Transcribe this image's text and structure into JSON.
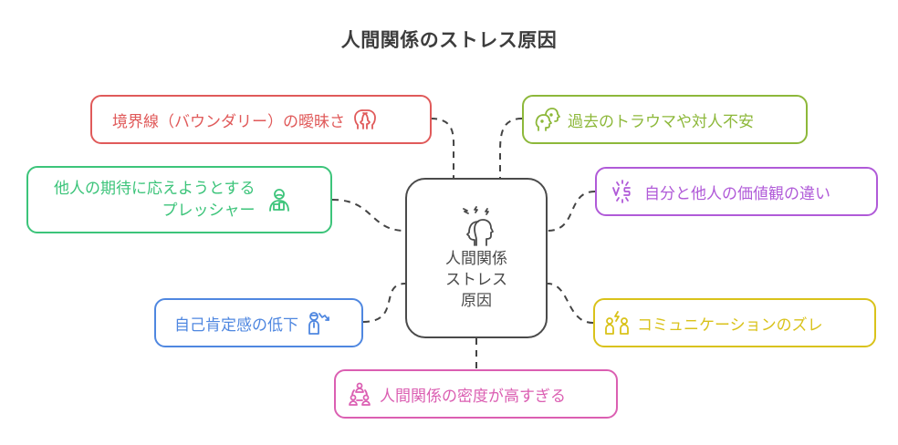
{
  "title": "人間関係のストレス原因",
  "center": {
    "label_lines": [
      "人間関係",
      "ストレス",
      "原因"
    ],
    "icon": "stressed-heads-icon",
    "color": "#4a4a4a"
  },
  "nodes": [
    {
      "id": "boundary",
      "label": "境界線（バウンダリー）の曖昧さ",
      "icon": "two-heads-outline-icon",
      "color": "#e05a5a"
    },
    {
      "id": "trauma",
      "label": "過去のトラウマや対人不安",
      "icon": "two-faces-icon",
      "color": "#8db83a"
    },
    {
      "id": "expectations",
      "label_lines": [
        "他人の期待に応えようとする",
        "プレッシャー"
      ],
      "icon": "person-burden-icon",
      "color": "#3cc47a"
    },
    {
      "id": "values",
      "label": "自分と他人の価値観の違い",
      "icon": "versus-icon",
      "color": "#b05ad8"
    },
    {
      "id": "self-esteem",
      "label": "自己肯定感の低下",
      "icon": "person-decline-icon",
      "color": "#4f87e0"
    },
    {
      "id": "communication",
      "label": "コミュニケーションのズレ",
      "icon": "people-conflict-icon",
      "color": "#d9c21a"
    },
    {
      "id": "density",
      "label": "人間関係の密度が高すぎる",
      "icon": "people-network-icon",
      "color": "#db5fb2"
    }
  ],
  "connector_color": "#444444"
}
